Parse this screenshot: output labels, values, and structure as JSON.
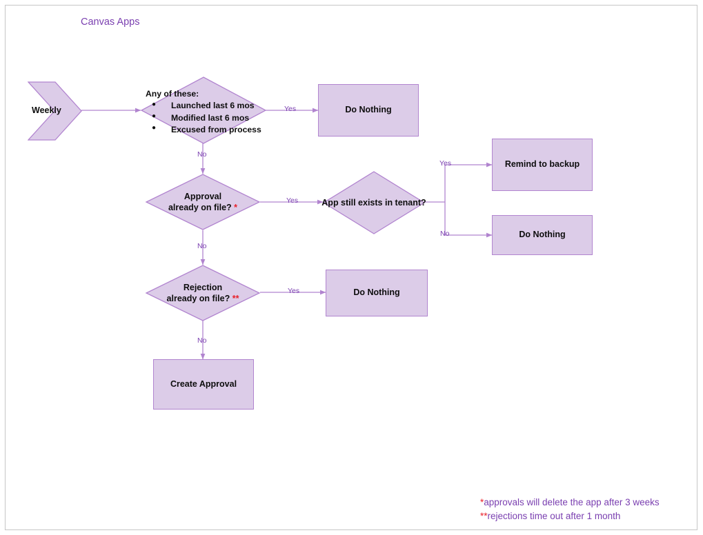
{
  "diagram": {
    "title": "Canvas Apps",
    "accent_color": "#7a3fb0",
    "shape_fill": "#dccce8",
    "shape_border": "#b184cf",
    "connector_color": "#b184cf",
    "asterisk_color": "#e8202a"
  },
  "start": {
    "label": "Weekly",
    "shape": "chevron-arrow"
  },
  "decision1": {
    "heading": "Any of these:",
    "bullets": [
      "Launched last 6 mos",
      "Modified last 6 mos",
      "Excused from process"
    ],
    "yes_label": "Yes",
    "no_label": "No"
  },
  "decision2": {
    "line1": "Approval",
    "line2": "already on file?",
    "marker": "*",
    "yes_label": "Yes",
    "no_label": "No"
  },
  "decision3": {
    "label": "App still exists in tenant?",
    "yes_label": "Yes",
    "no_label": "No"
  },
  "decision4": {
    "line1": "Rejection",
    "line2": "already on file?",
    "marker": "**",
    "yes_label": "Yes",
    "no_label": "No"
  },
  "actions": {
    "do_nothing_1": "Do Nothing",
    "remind_to_backup": "Remind to backup",
    "do_nothing_2": "Do Nothing",
    "do_nothing_3": "Do Nothing",
    "create_approval": "Create Approval"
  },
  "footnotes": {
    "marker1": "*",
    "text1": "approvals will delete the app after 3 weeks",
    "marker2": "**",
    "text2": "rejections time out after 1 month"
  }
}
